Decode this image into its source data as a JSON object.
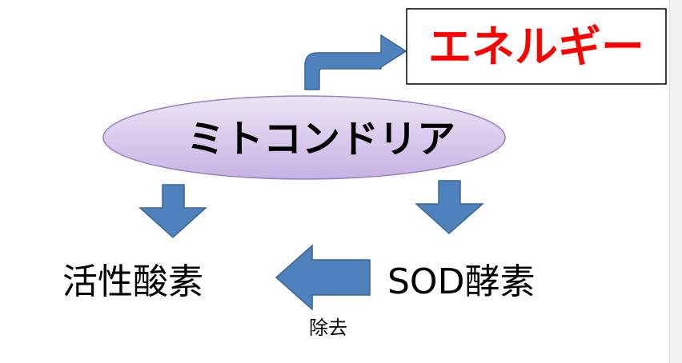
{
  "diagram": {
    "energy_label": "エネルギー",
    "mitochondria_label": "ミトコンドリア",
    "ros_label": "活性酸素",
    "sod_label": "SOD酵素",
    "removal_label": "除去"
  },
  "colors": {
    "arrow_fill": "#4f81bd",
    "arrow_stroke": "#3a6798",
    "energy_text": "#ff0000",
    "ellipse_fill_top": "#ece4f6",
    "ellipse_fill_bottom": "#c7b3e3",
    "ellipse_stroke": "#9880c0",
    "text": "#000000"
  }
}
